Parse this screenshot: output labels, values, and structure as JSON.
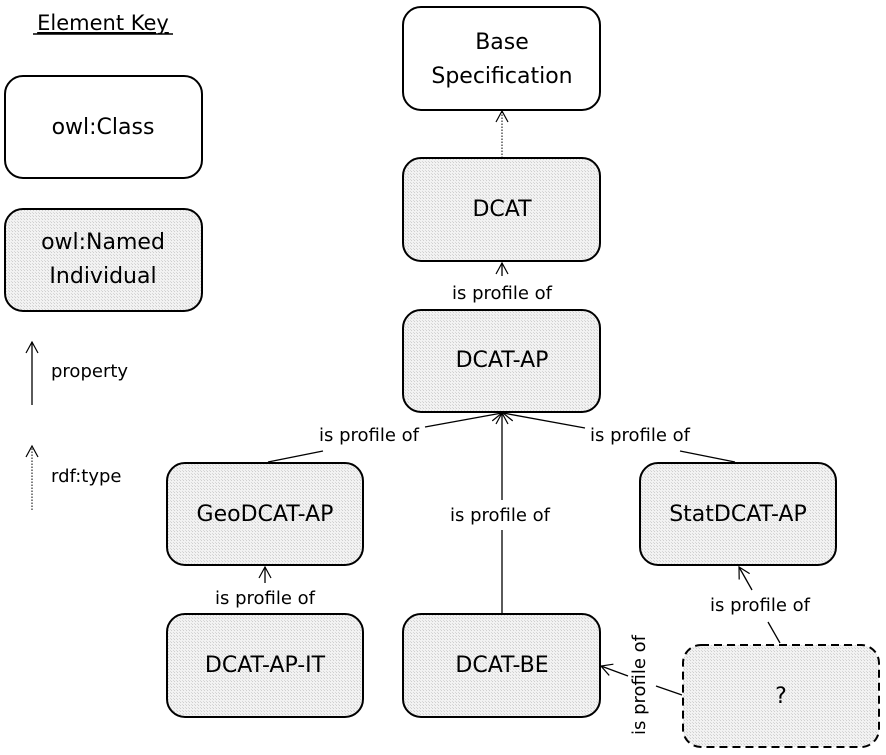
{
  "key": {
    "title": "Element Key",
    "class_label": "owl:Class",
    "individual_label_line1": "owl:Named",
    "individual_label_line2": "Individual",
    "property_label": "property",
    "rdftype_label": "rdf:type"
  },
  "nodes": {
    "base": {
      "line1": "Base",
      "line2": "Specification",
      "kind": "owl:Class"
    },
    "dcat": {
      "label": "DCAT",
      "kind": "owl:NamedIndividual"
    },
    "dcatap": {
      "label": "DCAT-AP",
      "kind": "owl:NamedIndividual"
    },
    "geodcatap": {
      "label": "GeoDCAT-AP",
      "kind": "owl:NamedIndividual"
    },
    "statdcatap": {
      "label": "StatDCAT-AP",
      "kind": "owl:NamedIndividual"
    },
    "dcatapit": {
      "label": "DCAT-AP-IT",
      "kind": "owl:NamedIndividual"
    },
    "dcatbe": {
      "label": "DCAT-BE",
      "kind": "owl:NamedIndividual"
    },
    "unknown": {
      "label": "?",
      "kind": "hypothetical"
    }
  },
  "edges": {
    "dcat_to_base": {
      "label": "",
      "type": "rdf:type"
    },
    "dcatap_to_dcat": {
      "label": "is profile of",
      "type": "property"
    },
    "geo_to_dcatap": {
      "label": "is profile of",
      "type": "property"
    },
    "stat_to_dcatap": {
      "label": "is profile of",
      "type": "property"
    },
    "be_to_dcatap": {
      "label": "is profile of",
      "type": "property"
    },
    "it_to_geo": {
      "label": "is profile of",
      "type": "property"
    },
    "unknown_to_stat": {
      "label": "is profile of",
      "type": "property"
    },
    "unknown_to_be": {
      "label": "is profile of",
      "type": "property"
    }
  },
  "colors": {
    "stroke": "#000000",
    "class_fill": "#ffffff",
    "individual_fill": "#ececec"
  }
}
